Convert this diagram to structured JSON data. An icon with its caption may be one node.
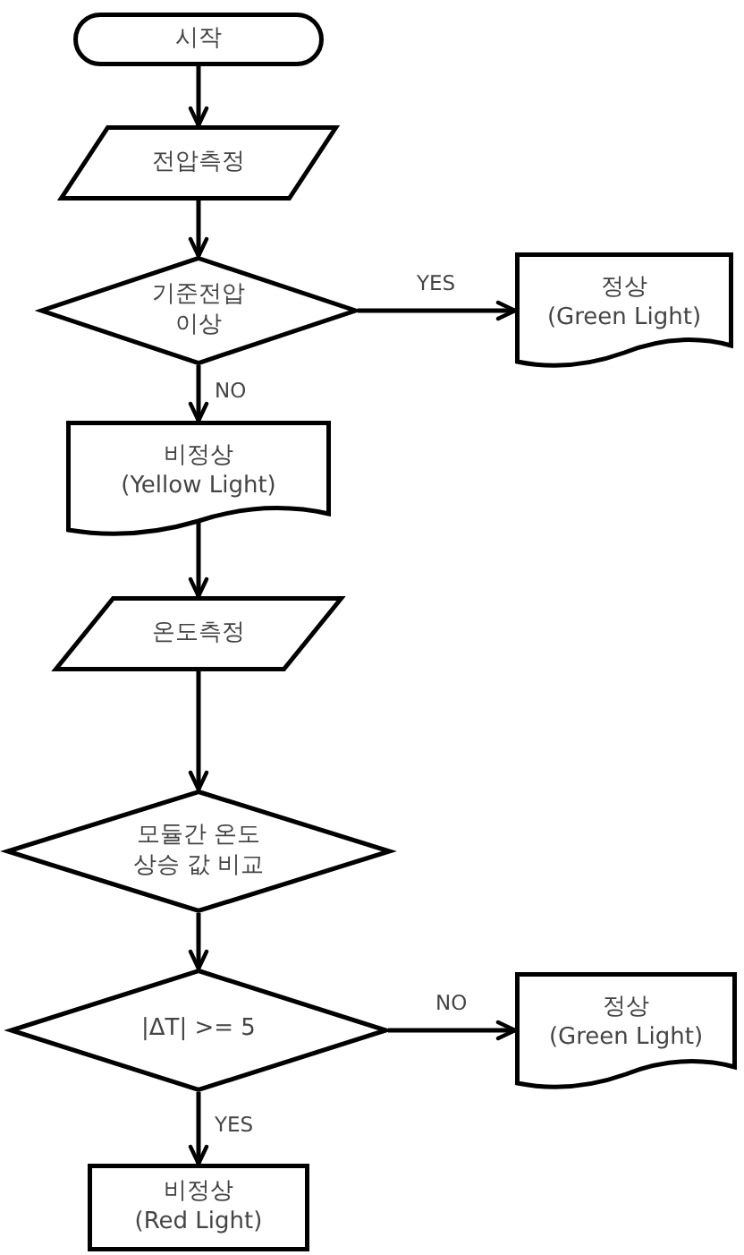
{
  "diagram": {
    "nodes": [
      {
        "text": [
          "시작"
        ]
      },
      {
        "text": [
          "전압측정"
        ]
      },
      {
        "text": [
          "기준전압 이상"
        ]
      },
      {
        "text": [
          "정상",
          "(Green Light)"
        ]
      },
      {
        "text": [
          "비정상",
          "(Yellow Light)"
        ]
      },
      {
        "text": [
          "온도측정"
        ]
      },
      {
        "text": [
          "모듈간 온도 상승 값 비교"
        ]
      },
      {
        "text": [
          "|ΔT| >= 5"
        ]
      },
      {
        "text": [
          "정상",
          "(Green Light)"
        ]
      },
      {
        "text": [
          "비정상",
          "(Red Light)"
        ]
      }
    ],
    "edges": [
      {
        "from": 0,
        "to": 1,
        "arrow": "to"
      },
      {
        "from": 1,
        "to": 2,
        "arrow": "to"
      },
      {
        "from": 2,
        "to": 3,
        "arrow": "to",
        "label": "YES"
      },
      {
        "from": 2,
        "to": 4,
        "arrow": "to",
        "label": "NO"
      },
      {
        "from": 4,
        "to": 5,
        "arrow": "to"
      },
      {
        "from": 5,
        "to": 6,
        "arrow": "to"
      },
      {
        "from": 6,
        "to": 7,
        "arrow": "to"
      },
      {
        "from": 7,
        "to": 8,
        "arrow": "to",
        "label": "NO"
      },
      {
        "from": 7,
        "to": 9,
        "arrow": "to",
        "label": "YES"
      }
    ]
  }
}
